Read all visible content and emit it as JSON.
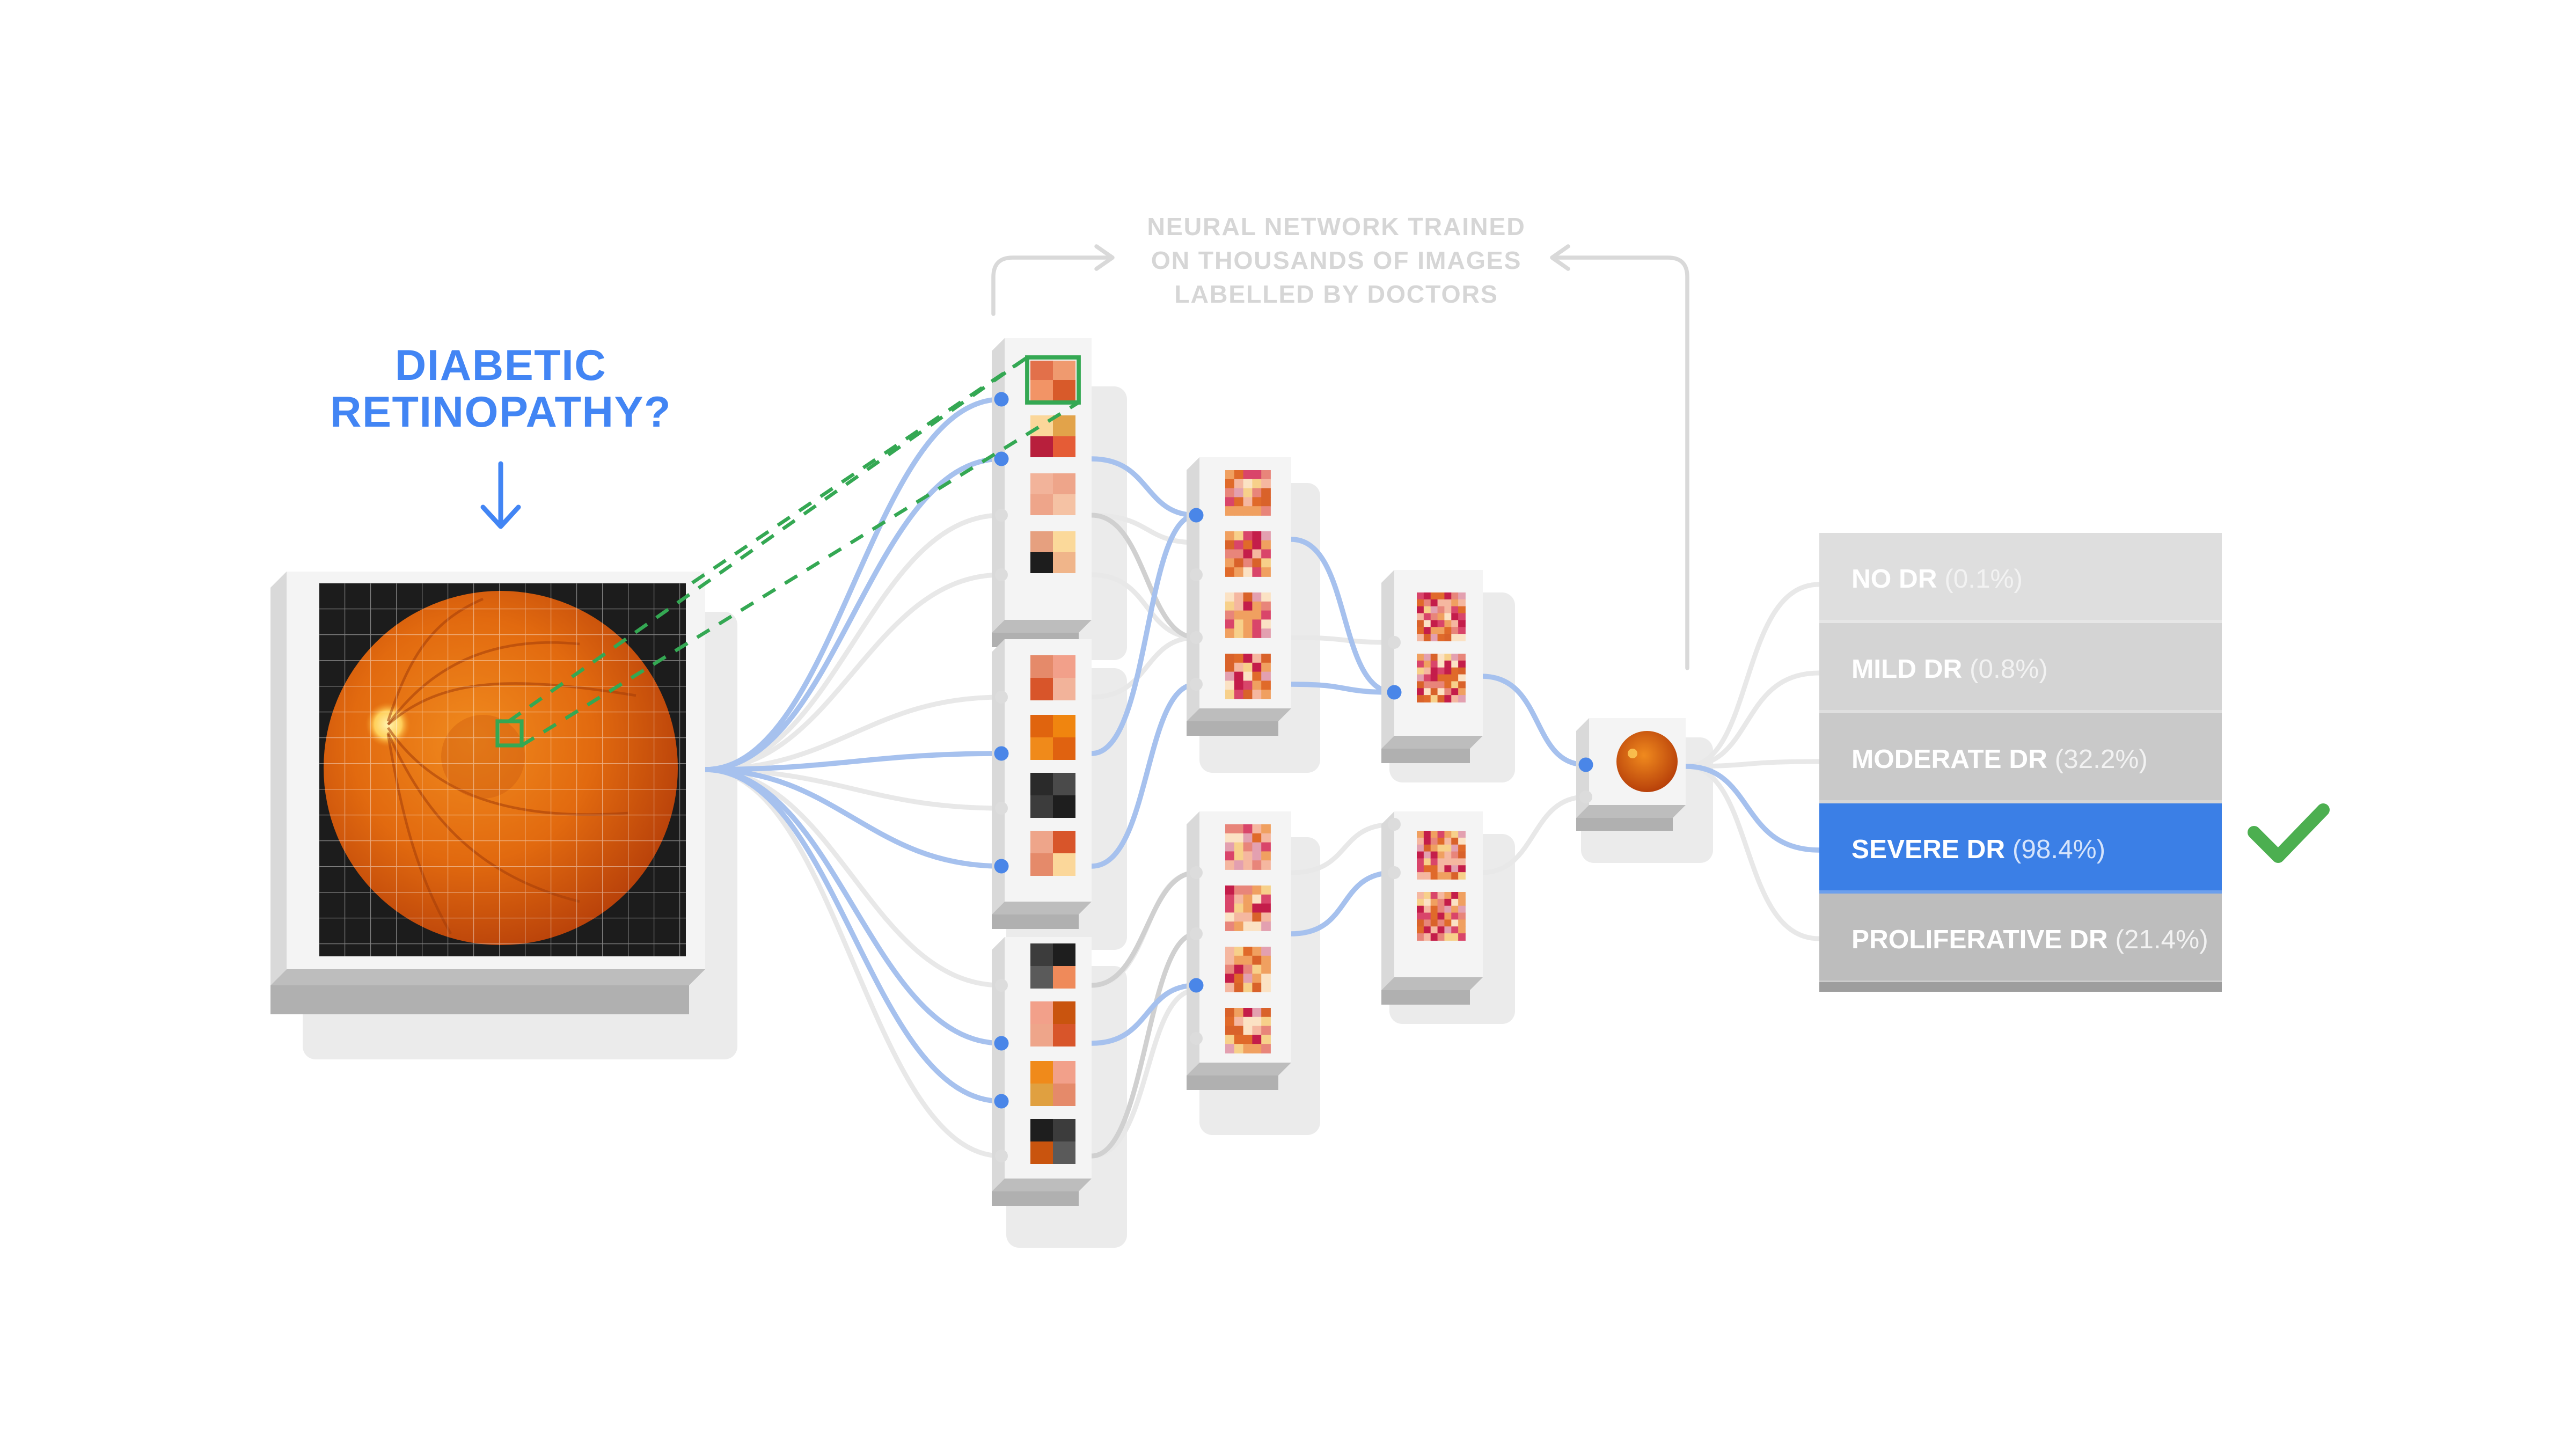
{
  "question": {
    "line1": "DIABETIC",
    "line2": "RETINOPATHY?"
  },
  "training_note": {
    "line1": "NEURAL NETWORK TRAINED",
    "line2": "ON THOUSANDS OF IMAGES",
    "line3": "LABELLED BY DOCTORS"
  },
  "predictions": [
    {
      "label": "NO DR",
      "score": "(0.1%)",
      "selected": false
    },
    {
      "label": "MILD DR",
      "score": "(0.8%)",
      "selected": false
    },
    {
      "label": "MODERATE DR",
      "score": "(32.2%)",
      "selected": false
    },
    {
      "label": "SEVERE DR",
      "score": "(98.4%)",
      "selected": true
    },
    {
      "label": "PROLIFERATIVE DR",
      "score": "(21.4%)",
      "selected": false
    }
  ],
  "colors": {
    "question_blue": "#4285f4",
    "selected_blue": "#3b7fe6",
    "highlight_green": "#34a853",
    "check_green": "#4caf50",
    "muted_text": "#d6d6d6",
    "connector_blue": "#a8c4f0",
    "connector_gray": "#e6e6e6",
    "retina_orange": "#e26a0f"
  },
  "icons": {
    "down_arrow": "arrow-down-icon",
    "check": "checkmark-icon"
  }
}
